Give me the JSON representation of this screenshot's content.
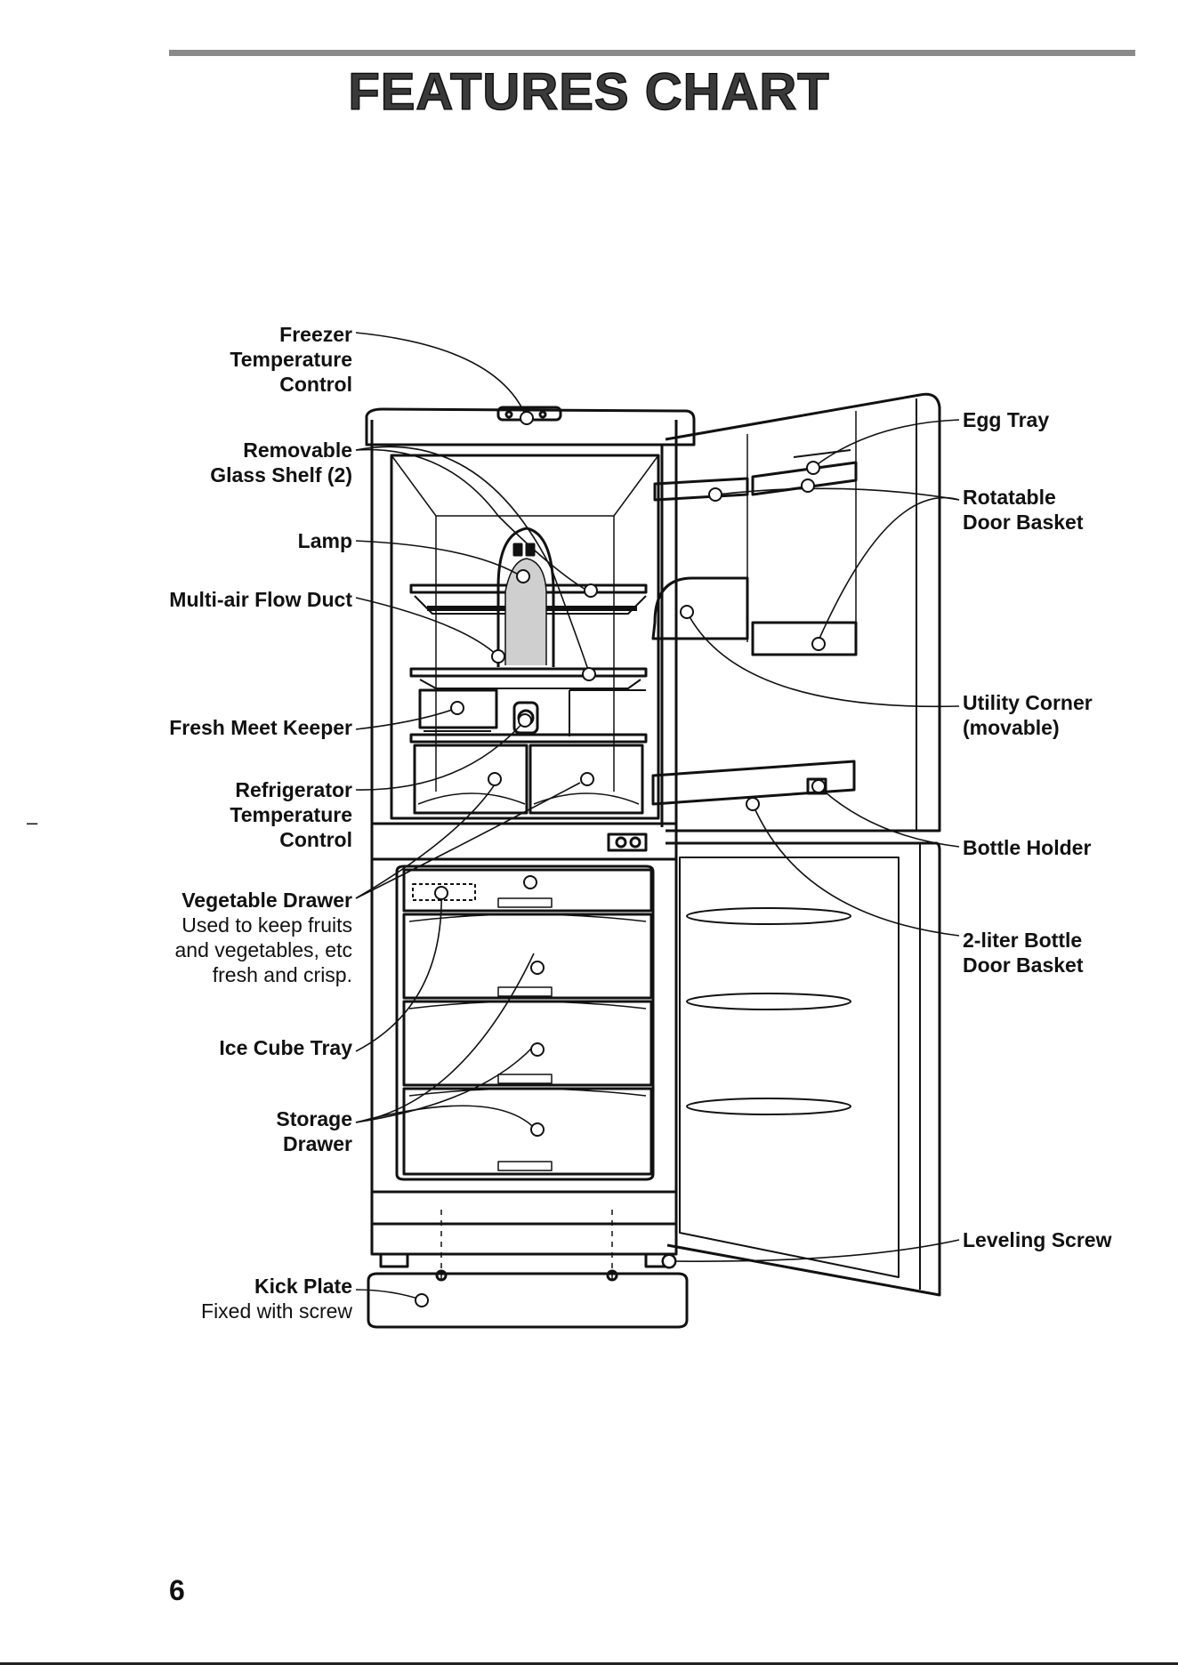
{
  "title": "FEATURES CHART",
  "page_number": "6",
  "stray_mark": "–",
  "labels_left": [
    {
      "id": "freezer-temp",
      "lines": [
        "Freezer",
        "Temperature",
        "Control"
      ]
    },
    {
      "id": "glass-shelf",
      "lines": [
        "Removable",
        "Glass Shelf (2)"
      ]
    },
    {
      "id": "lamp",
      "lines": [
        "Lamp"
      ]
    },
    {
      "id": "air-duct",
      "lines": [
        "Multi-air Flow Duct"
      ]
    },
    {
      "id": "meat-keeper",
      "lines": [
        "Fresh Meet Keeper"
      ]
    },
    {
      "id": "fridge-temp",
      "lines": [
        "Refrigerator",
        "Temperature",
        "Control"
      ]
    },
    {
      "id": "veg-drawer",
      "lines": [
        "Vegetable Drawer"
      ],
      "desc": [
        "Used to keep fruits",
        "and vegetables, etc",
        "fresh and crisp."
      ]
    },
    {
      "id": "ice-tray",
      "lines": [
        "Ice Cube Tray"
      ]
    },
    {
      "id": "storage-drawer",
      "lines": [
        "Storage",
        "Drawer"
      ]
    },
    {
      "id": "kick-plate",
      "lines": [
        "Kick Plate"
      ],
      "desc": [
        "Fixed with screw"
      ]
    }
  ],
  "labels_right": [
    {
      "id": "egg-tray",
      "lines": [
        "Egg Tray"
      ]
    },
    {
      "id": "door-basket",
      "lines": [
        "Rotatable",
        "Door Basket"
      ]
    },
    {
      "id": "utility-corner",
      "lines": [
        "Utility Corner",
        "(movable)"
      ]
    },
    {
      "id": "bottle-holder",
      "lines": [
        "Bottle Holder"
      ]
    },
    {
      "id": "bottle-basket",
      "lines": [
        "2-liter Bottle",
        "Door Basket"
      ]
    },
    {
      "id": "leveling-screw",
      "lines": [
        "Leveling Screw"
      ]
    }
  ]
}
